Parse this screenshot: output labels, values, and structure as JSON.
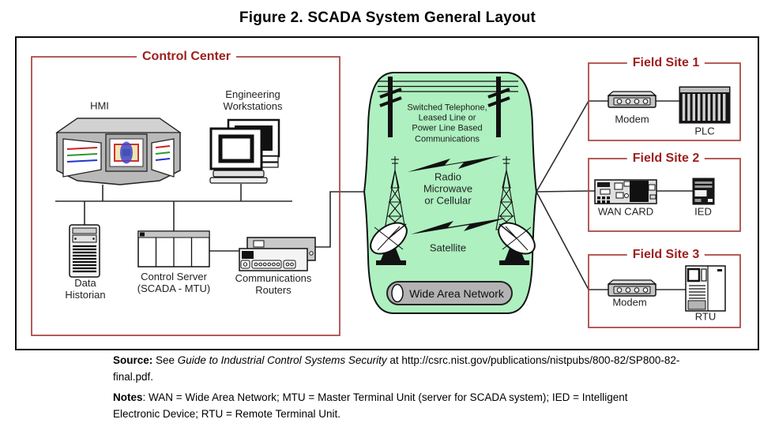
{
  "figure": {
    "title": "Figure 2. SCADA System General Layout"
  },
  "control_center": {
    "title": "Control Center",
    "hmi": "HMI",
    "workstations": "Engineering\nWorkstations",
    "data_historian": "Data\nHistorian",
    "control_server": "Control Server\n(SCADA - MTU)",
    "routers": "Communications\nRouters"
  },
  "wan": {
    "telephone": "Switched Telephone,\nLeased Line or\nPower Line Based\nCommunications",
    "radio": "Radio\nMicrowave\nor Cellular",
    "satellite": "Satellite",
    "pill": "Wide Area Network"
  },
  "field_sites": [
    {
      "title": "Field Site 1",
      "left_device": "Modem",
      "right_device": "PLC"
    },
    {
      "title": "Field Site 2",
      "left_device": "WAN CARD",
      "right_device": "IED"
    },
    {
      "title": "Field Site 3",
      "left_device": "Modem",
      "right_device": "RTU"
    }
  ],
  "caption": {
    "source_label": "Source:",
    "source_see": " See ",
    "source_title_italic": "Guide to Industrial Control Systems Security",
    "source_rest": " at http://csrc.nist.gov/publications/nistpubs/800-82/SP800-82-final.pdf.",
    "notes_label": "Notes",
    "notes_rest": ": WAN = Wide Area Network; MTU = Master Terminal Unit (server for SCADA system); IED = Intelligent Electronic Device; RTU = Remote Terminal Unit."
  },
  "colors": {
    "box_red": "#a8403c",
    "title_red": "#9c1f1c",
    "wan_green": "#aef0c0",
    "pill_gray": "#b3b3b3"
  },
  "icons": [
    "hmi-console-icon",
    "workstations-icon",
    "data-historian-icon",
    "control-server-icon",
    "routers-icon",
    "telephone-poles-icon",
    "radio-tower-icon",
    "lightning-bolt-icon",
    "satellite-dish-icon",
    "wan-cylinder-icon",
    "modem-icon",
    "plc-icon",
    "wan-card-icon",
    "ied-icon",
    "rtu-icon"
  ]
}
